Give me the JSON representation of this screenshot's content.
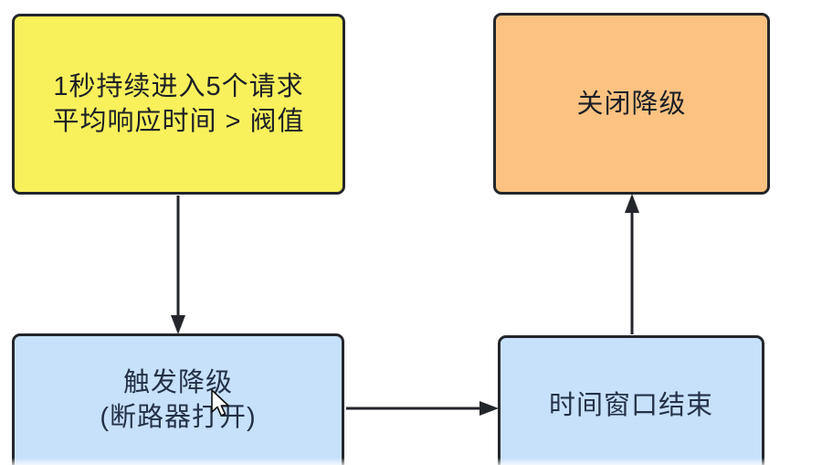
{
  "diagram": {
    "title": "circuit-breaker degrade flow",
    "nodes": {
      "condition": {
        "line1": "1秒持续进入5个请求",
        "line2": "平均响应时间 > 阀值",
        "fill": "#f8f15c"
      },
      "close_degrade": {
        "line1": "关闭降级",
        "fill": "#fbc282"
      },
      "trigger_degrade": {
        "line1": "触发降级",
        "line2": "(断路器打开)",
        "fill": "#c7e1fb"
      },
      "time_window": {
        "line1": "时间窗口结束",
        "fill": "#c7e1fb"
      }
    },
    "edges": [
      {
        "from": "condition",
        "to": "trigger_degrade",
        "direction": "down"
      },
      {
        "from": "trigger_degrade",
        "to": "time_window",
        "direction": "right"
      },
      {
        "from": "time_window",
        "to": "close_degrade",
        "direction": "up"
      }
    ],
    "colors": {
      "border": "#23262b",
      "arrow": "#23262b",
      "background": "#ffffff",
      "condition_fill": "#f8f15c",
      "close_fill": "#fbc282",
      "process_fill": "#c7e1fb"
    }
  }
}
